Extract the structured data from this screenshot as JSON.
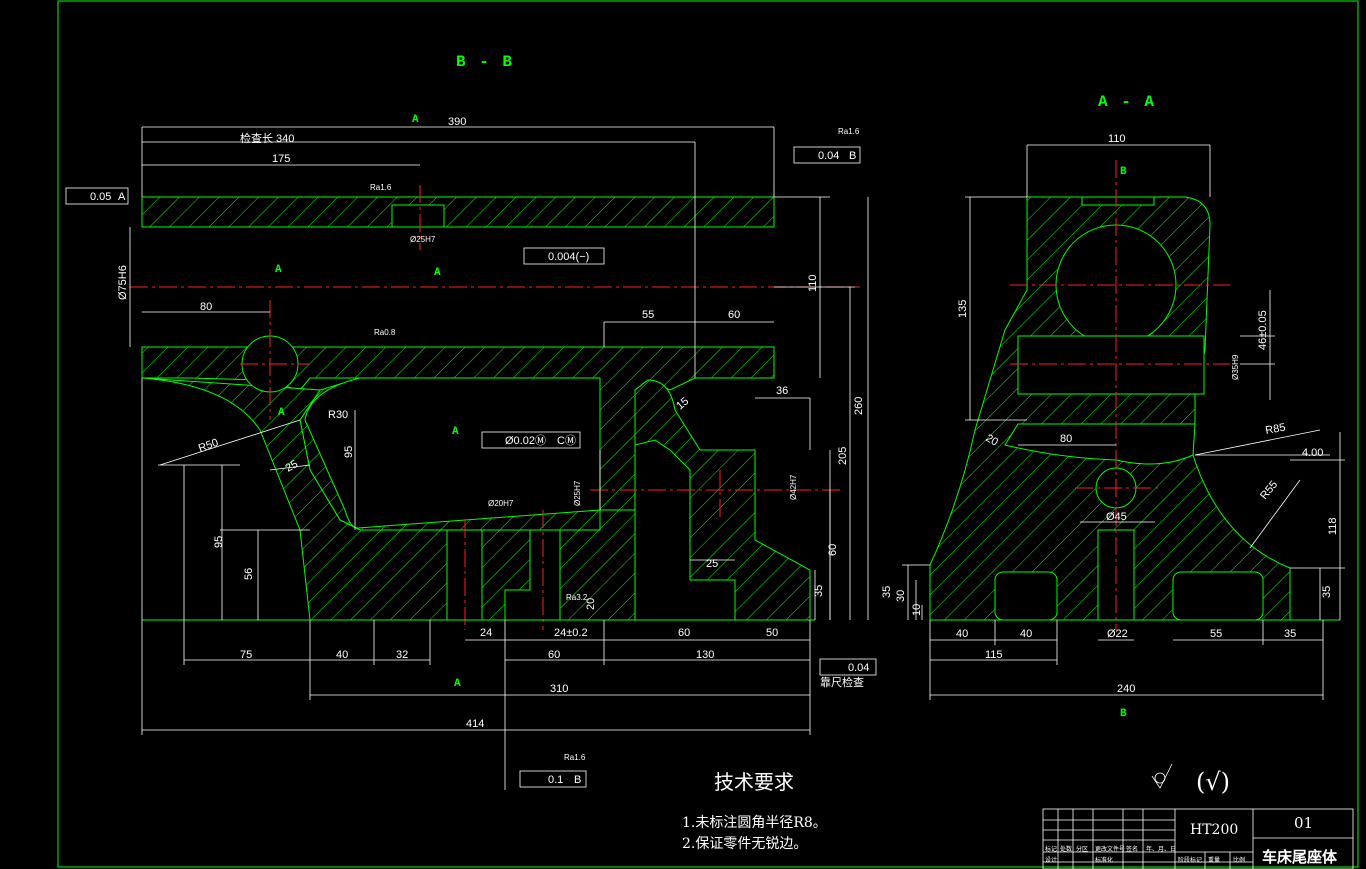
{
  "sections": {
    "bb": "B - B",
    "aa": "A - A"
  },
  "cut_marks": {
    "a": "A",
    "b": "B"
  },
  "dims_bb": {
    "d390": "390",
    "d340": "检查长  340",
    "d175": "175",
    "d80": "80",
    "d55": "55",
    "d60a": "60",
    "d36": "36",
    "d110": "110",
    "d260": "260",
    "d205": "205",
    "d60b": "60",
    "d35": "35",
    "d95a": "95",
    "d95b": "95",
    "d56": "56",
    "d25": "25",
    "d15": "15",
    "d25b": "25",
    "r50": "R50",
    "r30": "R30",
    "d75": "75",
    "d40": "40",
    "d32": "32",
    "d24": "24",
    "d24tol": "24±0.2",
    "d60c": "60",
    "d130": "130",
    "d60d": "60",
    "d50": "50",
    "d310": "310",
    "d414": "414",
    "d20": "20",
    "phi75": "Ø75H6",
    "phi25": "Ø25H7",
    "phi20": "Ø20H7",
    "phi25b": "Ø25H7",
    "phi42": "Ø42H7",
    "tol_par": "0.05",
    "tol_perp_top": "0.04",
    "tol_cyl": "0.004(−)",
    "tol_conc": "Ø0.02Ⓜ",
    "tol_flat": "0.04",
    "tol_perp_bot": "0.1",
    "ref_a": "A",
    "ref_b": "B",
    "ref_cm": "CⓂ",
    "ruler_check": "靠尺检查",
    "ra16": "Ra1.6",
    "ra32": "Ra3.2",
    "ra08": "Ra0.8"
  },
  "dims_aa": {
    "d110": "110",
    "d135": "135",
    "d46": "46±0.05",
    "d80": "80",
    "d20": "20",
    "r85": "R85",
    "d400": "4.00",
    "r55": "R55",
    "d45": "Ø45",
    "d118": "118",
    "d35l": "35",
    "d30": "30",
    "d10": "10",
    "d40a": "40",
    "d40b": "40",
    "d22": "Ø22",
    "d55": "55",
    "d35r": "35",
    "d115": "115",
    "d240": "240",
    "phi35": "Ø35H9"
  },
  "tech": {
    "title": "技术要求",
    "note1": "1.未标注圆角半径R8。",
    "note2": "2.保证零件无锐边。"
  },
  "roughness": {
    "general": "(√)"
  },
  "title_block": {
    "material": "HT200",
    "drawing_no": "01",
    "part_name": "车床尾座体",
    "cells": [
      "标记",
      "处数",
      "分区",
      "更改文件号",
      "签名",
      "年、月、日",
      "设计",
      "标准化",
      "阶段标记",
      "重量",
      "比例"
    ]
  },
  "colors": {
    "outline": "#00ff00",
    "center": "#ff2020",
    "dim": "#ffffff",
    "bg": "#000000"
  }
}
